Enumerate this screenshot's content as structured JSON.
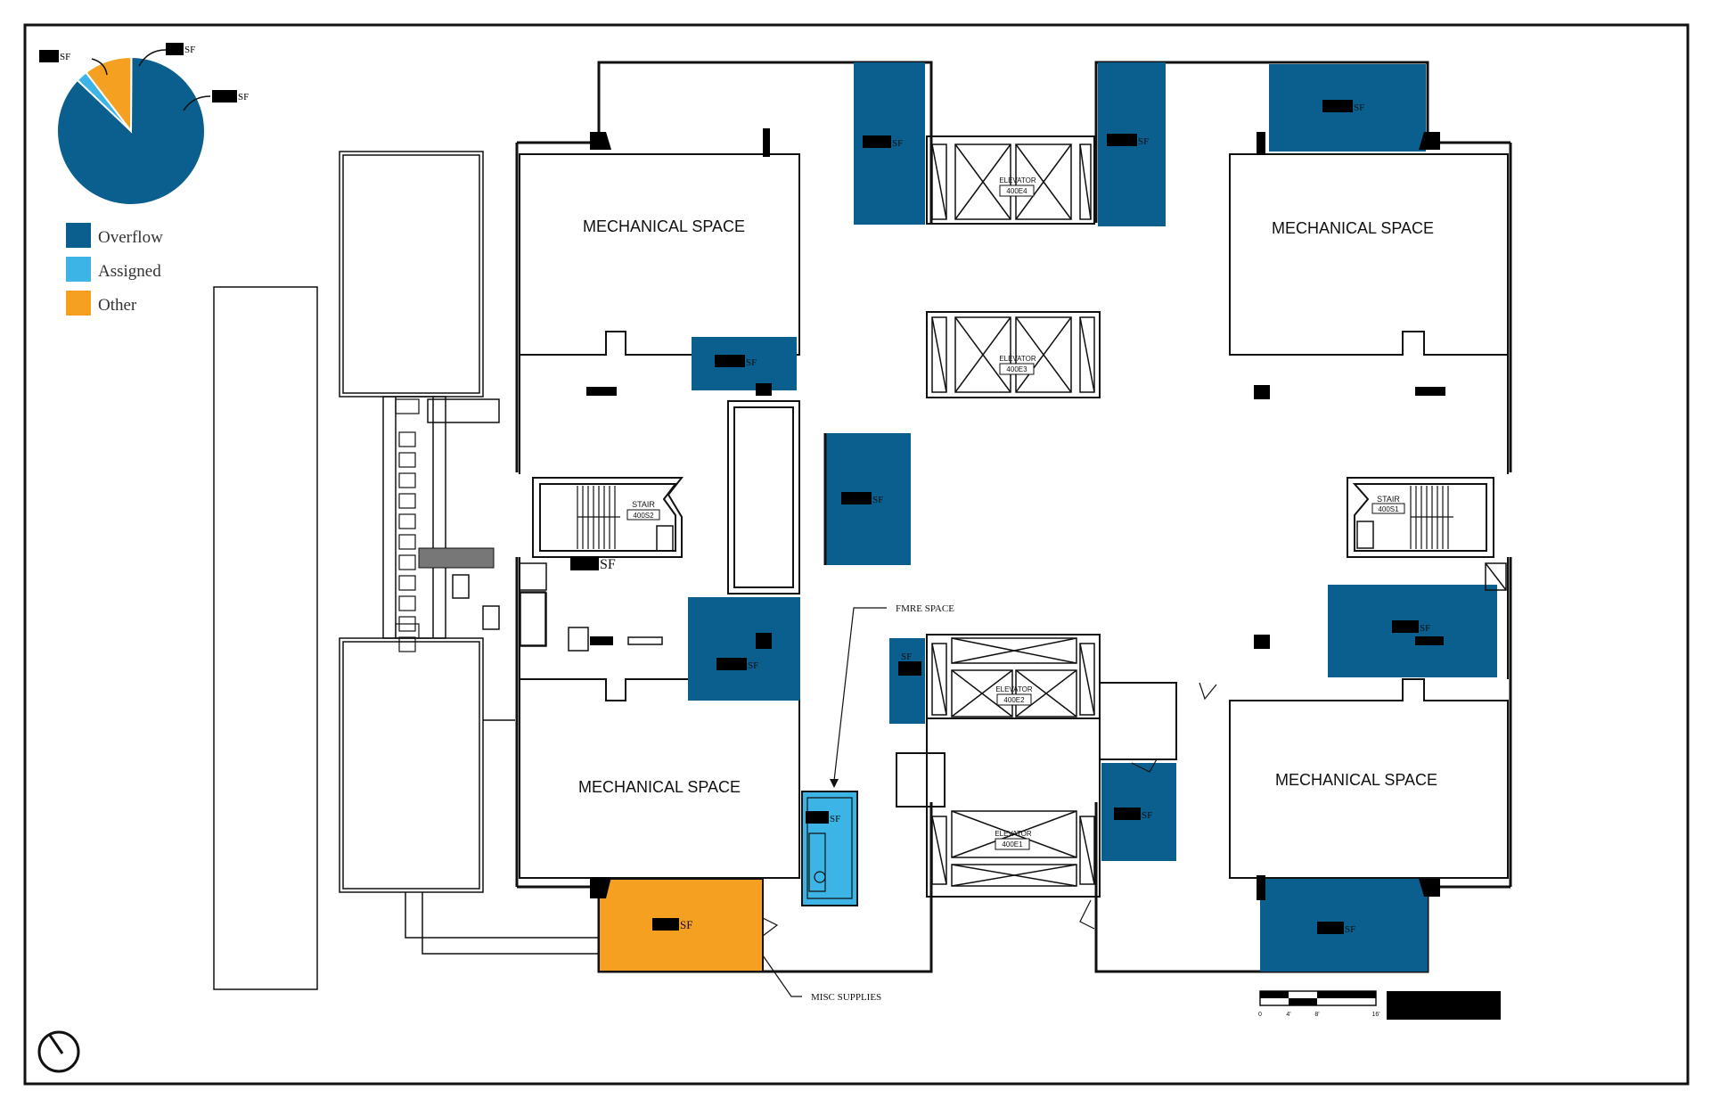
{
  "colors": {
    "overflow": "#0a5f8f",
    "assigned": "#3cb4e6",
    "other": "#f5a021",
    "wall": "#111111",
    "redaction": "#000000"
  },
  "pie": {
    "unit_label": "SF",
    "slices": [
      {
        "category": "Overflow",
        "fraction": 0.87
      },
      {
        "category": "Assigned",
        "fraction": 0.025
      },
      {
        "category": "Other",
        "fraction": 0.105
      }
    ]
  },
  "legend": [
    {
      "label": "Overflow",
      "color_key": "overflow"
    },
    {
      "label": "Assigned",
      "color_key": "assigned"
    },
    {
      "label": "Other",
      "color_key": "other"
    }
  ],
  "rooms": {
    "mech_nw": "MECHANICAL SPACE",
    "mech_ne": "MECHANICAL SPACE",
    "mech_sw": "MECHANICAL SPACE",
    "mech_se": "MECHANICAL SPACE"
  },
  "elevators": [
    {
      "title": "ELEVATOR",
      "tag": "400E4"
    },
    {
      "title": "ELEVATOR",
      "tag": "400E3"
    },
    {
      "title": "ELEVATOR",
      "tag": "400E2"
    },
    {
      "title": "ELEVATOR",
      "tag": "400E1"
    }
  ],
  "stairs": [
    {
      "title": "STAIR",
      "tag": "400S2"
    },
    {
      "title": "STAIR",
      "tag": "400S1"
    }
  ],
  "area_unit": "SF",
  "callouts": {
    "fmre": "FMRE SPACE",
    "misc": "MISC SUPPLIES"
  },
  "scale_bar": {
    "ticks": [
      "0",
      "4'",
      "8'",
      "16'"
    ]
  }
}
